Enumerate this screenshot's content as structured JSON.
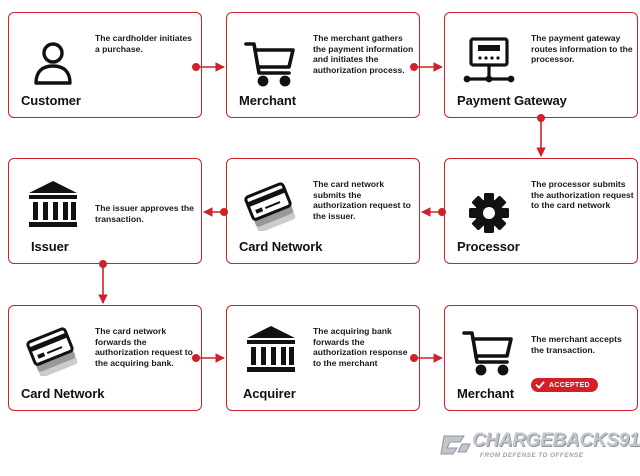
{
  "steps": [
    {
      "title": "Customer",
      "text": "The cardholder initiates a purchase.",
      "icon": "person-icon"
    },
    {
      "title": "Merchant",
      "text": "The merchant gathers the payment information and initiates the authorization process.",
      "icon": "shopping-cart-icon"
    },
    {
      "title": "Payment Gateway",
      "text": "The payment gateway routes information to the processor.",
      "icon": "network-gateway-icon"
    },
    {
      "title": "Processor",
      "text": "The processor submits the authorization request to the card network",
      "icon": "gear-icon"
    },
    {
      "title": "Card Network",
      "text": "The card network submits the authorization request to the issuer.",
      "icon": "credit-cards-icon"
    },
    {
      "title": "Issuer",
      "text": "The issuer approves the transaction.",
      "icon": "bank-icon"
    },
    {
      "title": "Card Network",
      "text": "The card network forwards the authorization request to the acquiring bank.",
      "icon": "credit-cards-icon"
    },
    {
      "title": "Acquirer",
      "text": "The acquiring bank forwards the authorization response to the merchant",
      "icon": "bank-icon"
    },
    {
      "title": "Merchant",
      "text": "The merchant accepts the transaction.",
      "icon": "shopping-cart-icon"
    }
  ],
  "badge": {
    "label": "ACCEPTED",
    "icon": "checkmark-icon"
  },
  "logo": {
    "name": "CHARGEBACKS911",
    "registered": "®",
    "tagline": "FROM DEFENSE TO OFFENSE",
    "icon": "chargebacks911-logo-icon"
  },
  "colors": {
    "accent": "#d0202a",
    "badge": "#d41e28",
    "logo": "#b8bcc2"
  }
}
